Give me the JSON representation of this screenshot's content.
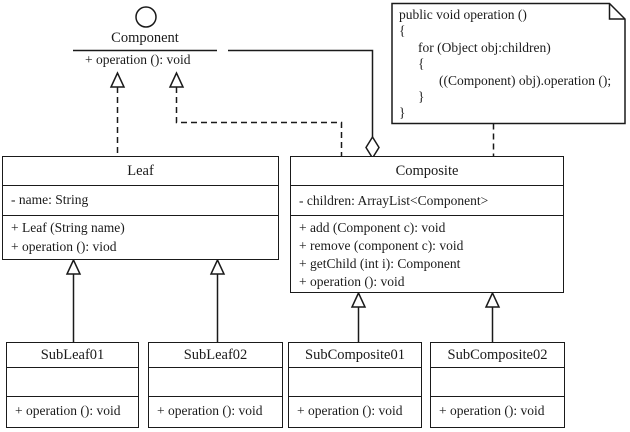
{
  "interface": {
    "name": "Component",
    "operation": "+ operation (): void"
  },
  "note": {
    "lines": [
      "public void operation ()",
      "{",
      "for (Object obj:children)",
      "{",
      "((Component) obj).operation ();",
      "}",
      "}"
    ]
  },
  "classes": {
    "leaf": {
      "name": "Leaf",
      "attributes": [
        "- name: String"
      ],
      "methods": [
        "+ Leaf (String name)",
        "+ operation (): viod"
      ]
    },
    "composite": {
      "name": "Composite",
      "attributes": [
        "- children: ArrayList<Component>"
      ],
      "methods": [
        "+ add (Component c): void",
        "+ remove (component c): void",
        "+ getChild (int i): Component",
        "+ operation (): void"
      ]
    },
    "subleaf01": {
      "name": "SubLeaf01",
      "methods": [
        "+ operation (): void"
      ]
    },
    "subleaf02": {
      "name": "SubLeaf02",
      "methods": [
        "+ operation (): void"
      ]
    },
    "subcomposite01": {
      "name": "SubComposite01",
      "methods": [
        "+ operation (): void"
      ]
    },
    "subcomposite02": {
      "name": "SubComposite02",
      "methods": [
        "+ operation (): void"
      ]
    }
  },
  "colors": {
    "line": "#1a1a1a",
    "background": "#ffffff"
  }
}
